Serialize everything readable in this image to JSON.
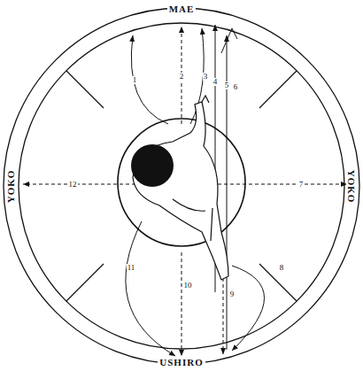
{
  "diagram": {
    "labels": [
      "MAE",
      "YOKO",
      "YOKO",
      "USHIRO",
      "1",
      "2",
      "3",
      "4",
      "5",
      "6",
      "7",
      "8",
      "9",
      "10",
      "11",
      "12"
    ]
  }
}
